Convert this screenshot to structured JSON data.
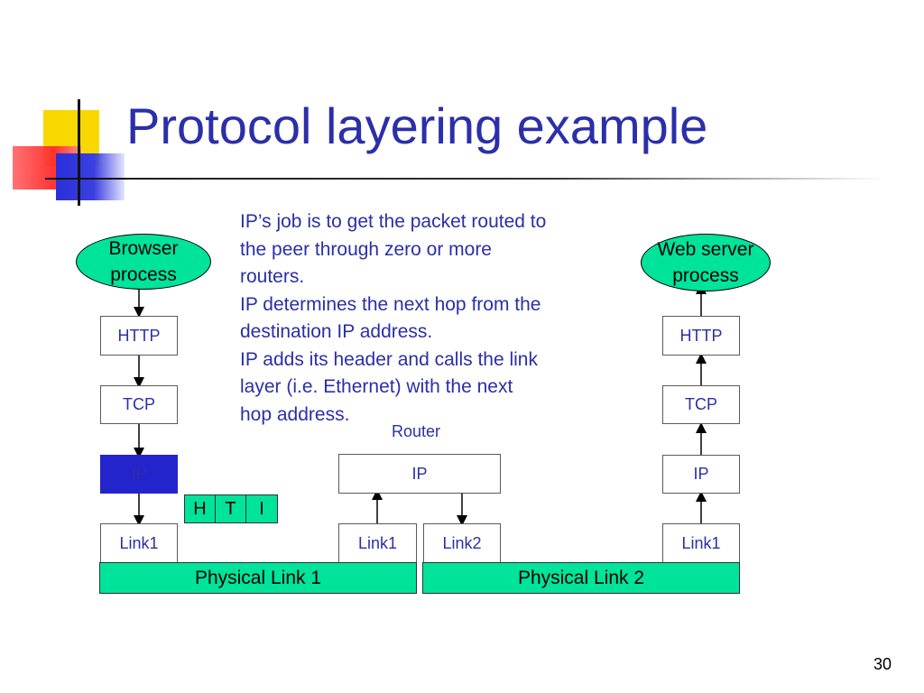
{
  "slide": {
    "title": "Protocol layering example",
    "page_number": "30"
  },
  "note": {
    "lines": [
      "IP’s job is to get the packet routed to",
      "the peer through zero or more",
      "routers.",
      "IP determines the next hop from the",
      "destination IP address.",
      "IP adds its header and calls the link",
      "layer (i.e. Ethernet) with the next",
      "hop address."
    ]
  },
  "hosts": {
    "left": {
      "process": [
        "Browser",
        "process"
      ],
      "http": "HTTP",
      "tcp": "TCP",
      "ip": "IP",
      "link": "Link1"
    },
    "right": {
      "process": [
        "Web server",
        "process"
      ],
      "http": "HTTP",
      "tcp": "TCP",
      "ip": "IP",
      "link": "Link1"
    }
  },
  "router": {
    "label": "Router",
    "ip": "IP",
    "link_in": "Link1",
    "link_out": "Link2"
  },
  "packet": {
    "h": "H",
    "t": "T",
    "i": "I"
  },
  "physical": {
    "link1": "Physical Link 1",
    "link2": "Physical Link 2"
  },
  "colors": {
    "title": "#2b2fa8",
    "process_fill": "#00e39a",
    "active_layer": "#2424cc",
    "physical_fill": "#00e39a"
  }
}
